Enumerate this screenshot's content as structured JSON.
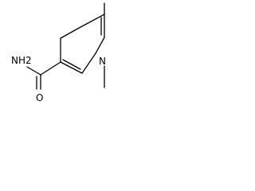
{
  "structure": {
    "atoms": {
      "amide_group": "NH2",
      "carbonyl_oxygen": "O",
      "ring_nitrogen": "N"
    }
  }
}
